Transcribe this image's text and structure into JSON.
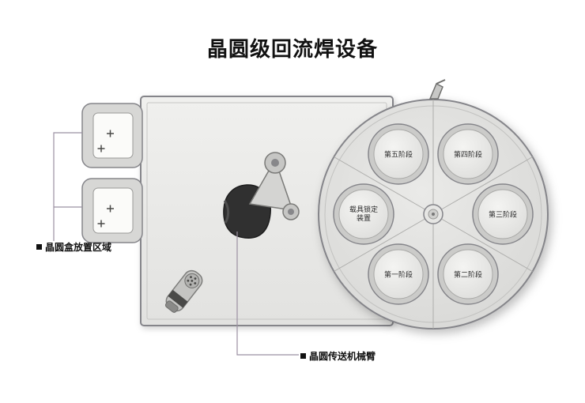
{
  "title": "晶圆级回流焊设备",
  "callouts": {
    "wafer_box_area": "晶圆盒放置区域",
    "transfer_arm": "晶圆传送机械臂"
  },
  "turntable": {
    "stations": [
      {
        "label": "第五阶段"
      },
      {
        "label": "第四阶段"
      },
      {
        "label": "载具锁定装置"
      },
      {
        "label": "第三阶段"
      },
      {
        "label": "第一阶段"
      },
      {
        "label": "第二阶段"
      }
    ]
  },
  "colors": {
    "background": "#ffffff",
    "machine_body": "#e9e9e7",
    "turntable_disk": "#e0e0de",
    "pod_face": "#ececea",
    "arm_blob": "#303030",
    "callout_line": "#9b90a2",
    "text": "#111111"
  }
}
